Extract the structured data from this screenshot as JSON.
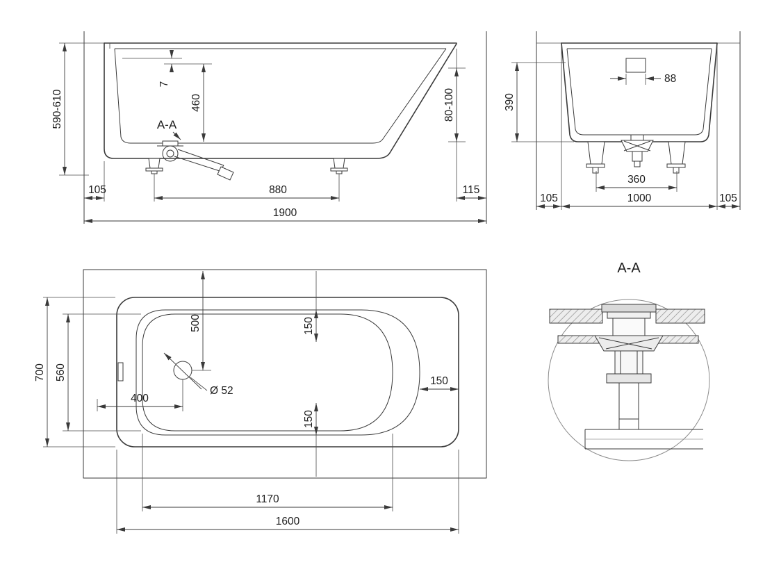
{
  "side_view": {
    "section_label": "A-A",
    "dim_overall_height": "590-610",
    "dim_rim_edge": "7",
    "dim_depth": "460",
    "dim_bottom_range": "80-100",
    "dim_left_offset": "105",
    "dim_leg_spacing": "880",
    "dim_right_offset": "115",
    "dim_overall_length": "1900"
  },
  "end_view": {
    "dim_overflow": "88",
    "dim_depth": "390",
    "dim_left_offset": "105",
    "dim_leg_spacing": "360",
    "dim_overall_width": "1000",
    "dim_right_offset": "105"
  },
  "plan_view": {
    "dim_overall_width": "700",
    "dim_basin_width": "560",
    "dim_drain_from_top": "500",
    "dim_corner_top": "150",
    "dim_side_offset": "150",
    "dim_drain_diameter": "Ø 52",
    "dim_drain_from_left": "400",
    "dim_corner_bottom": "150",
    "dim_basin_length": "1170",
    "dim_overall_length": "1600"
  },
  "detail_view": {
    "title": "A-A"
  }
}
